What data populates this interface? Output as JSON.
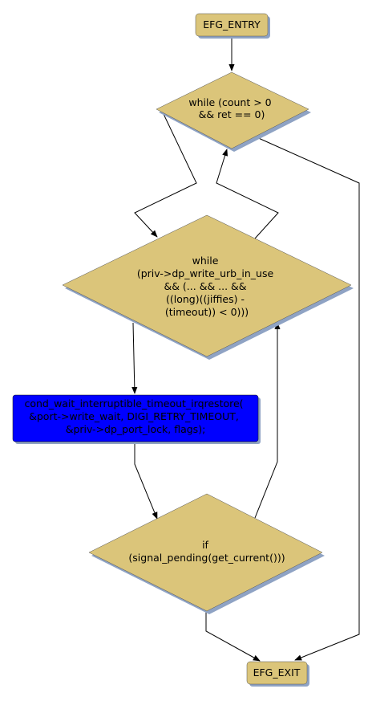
{
  "colors": {
    "terminal_fill": "#dbc57a",
    "decision_fill": "#dbc57a",
    "action_fill": "#0000ff",
    "shadow": "#8fa3c4",
    "edge": "#000000"
  },
  "nodes": {
    "entry": {
      "lines": [
        "EFG_ENTRY"
      ]
    },
    "outer_loop": {
      "lines": [
        "while (count > 0",
        "&& ret == 0)"
      ]
    },
    "inner_loop": {
      "lines": [
        "while",
        "(priv->dp_write_urb_in_use",
        "&& (... && ... &&",
        "((long)((jiffies) -",
        "(timeout)) < 0)))"
      ]
    },
    "wait_call": {
      "lines": [
        "cond_wait_interruptible_timeout_irqrestore(",
        "&port->write_wait, DIGI_RETRY_TIMEOUT,",
        "&priv->dp_port_lock, flags);"
      ]
    },
    "signal_check": {
      "lines": [
        "if",
        "(signal_pending(get_current()))"
      ]
    },
    "exit": {
      "lines": [
        "EFG_EXIT"
      ]
    }
  }
}
